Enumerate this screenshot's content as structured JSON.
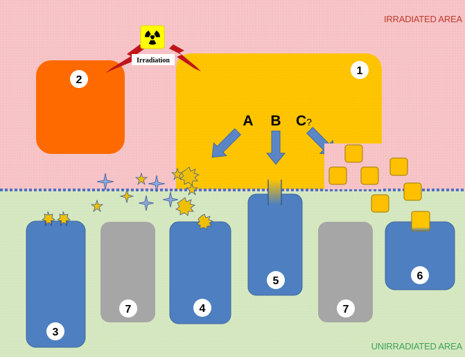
{
  "regions": {
    "irradiated_label": "IRRADIATED AREA",
    "unirradiated_label": "UNIRRADIATED AREA"
  },
  "irradiation": {
    "label": "Irradiation",
    "icon": "radiation-hazard-icon"
  },
  "cells": {
    "c1": "1",
    "c2": "2",
    "c3": "3",
    "c4": "4",
    "c5": "5",
    "c6": "6",
    "c7a": "7",
    "c7b": "7"
  },
  "mechanisms": {
    "a": "A",
    "b": "B",
    "c": "C",
    "c_suffix": "?"
  },
  "colors": {
    "irradiated_bg": "#F7C5C8",
    "unirradiated_bg": "#D6E8C1",
    "irradiated_text": "#C0392B",
    "unirradiated_text": "#3CA35A",
    "boundary": "#4A72C4",
    "cell_blue": "#4E7FC0",
    "cell_gray": "#A6A6A6",
    "cell_orange": "#FF6A00",
    "cell_yellow": "#FFC500",
    "vesicle": "#FFC000",
    "arrow": "#5B86C6",
    "bolt": "#C0151B",
    "radiation_bg": "#FFFF00"
  }
}
